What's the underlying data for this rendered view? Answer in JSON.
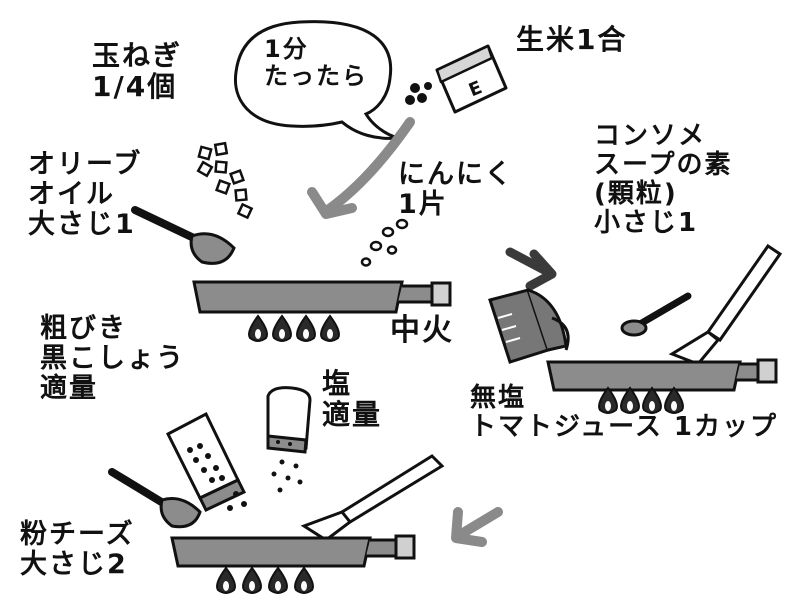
{
  "colors": {
    "ink": "#111111",
    "pan_fill": "#8c8c8c",
    "arrow": "#8a8a8a",
    "flame": "#2a2a2a",
    "liquid": "#777777",
    "paper": "#ffffff"
  },
  "steps": {
    "onion": "玉ねぎ\n1/4個",
    "olive_oil": "オリーブ\nオイル\n大さじ1",
    "rice": "生米1合",
    "bubble": "1分\nたったら",
    "garlic": "にんにく\n1片",
    "heat": "中火",
    "consomme": "コンソメ\nスープの素\n(顆粒)\n小さじ1",
    "tomato_juice": "無塩\nトマトジュース 1カップ",
    "pepper": "粗びき\n黒こしょう\n適量",
    "salt": "塩\n適量",
    "cheese": "粉チーズ\n大さじ2"
  },
  "icons": {
    "rice_pack_letter": "E",
    "rice_pack": "rice-bag-icon",
    "pan": "frying-pan-icon",
    "flame": "flame-icon",
    "spoon": "measuring-spoon-icon",
    "cup": "measuring-cup-icon",
    "shaker": "spice-shaker-icon",
    "arrow": "arrow-icon"
  }
}
